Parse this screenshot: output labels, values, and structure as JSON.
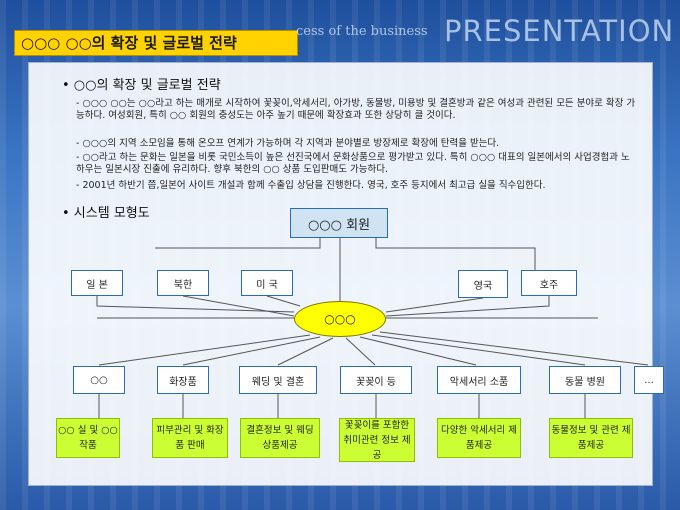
{
  "header": {
    "title": "○○○ ○○의 확장 및 글로벌 전략",
    "tagline": "cess of the business",
    "brand": "PRESENTATION"
  },
  "section1": {
    "heading": "• ○○의 확장 및 글로벌 전략",
    "paragraphs": [
      "- ○○○ ○○는 ○○라고 하는 매개로 시작하여 꽃꽂이,악세서리, 아가방, 동물방, 미용방 및 결혼방과 같은 여성과 관련된 모든 분야로 확장 가능하다. 여성회원, 특히 ○○ 회원의 충성도는 아주 높기 때문에 확장효과 또한 상당히 클 것이다.",
      "- ○○○의 지역 소모임을 통해 온오프 연계가 가능하며 각 지역과 분야별로 방장제로 확장에 탄력을 받는다.",
      "- ○○라고 하는 문화는 일본을 비롯 국민소득이 높은 선진국에서 문화상품으로 평가받고 있다. 특히 ○○○ 대표의 일본에서의 사업경험과 노하우는 일본시장 진출에 유리하다. 향후 북한의 ○○ 상품 도입판매도 가능하다.",
      "- 2001년 하반기 쯤,일본어 사이트 개설과 함께 수출입 상담을 진행한다. 영국, 호주 등지에서 최고급 실을 직수입한다."
    ]
  },
  "section2": {
    "heading": "• 시스템 모형도"
  },
  "diagram": {
    "member": "○○○ 회원",
    "center": "○○○",
    "regions": [
      "일 본",
      "북한",
      "미 국",
      "영국",
      "호주"
    ],
    "categories": [
      "○○",
      "화장품",
      "웨딩 및 결혼",
      "꽃꽂이 등",
      "악세서리 소품",
      "동물 병원",
      "..."
    ],
    "details": [
      "○○ 실 및 ○○ 작품",
      "피부관리 및 화장품 판매",
      "결혼정보 및 웨딩 상품제공",
      "꽃꽂이를 포함한 취미관련 정보 제공",
      "다양한 악세서리 제품제공",
      "동물정보 및 관련 제품제공"
    ]
  },
  "colors": {
    "accent_yellow": "#ffd200",
    "node_border": "#2b6cb0",
    "detail_green": "#ccff33",
    "center_yellow": "#ffff00",
    "background_blue": "#3a74c2"
  }
}
